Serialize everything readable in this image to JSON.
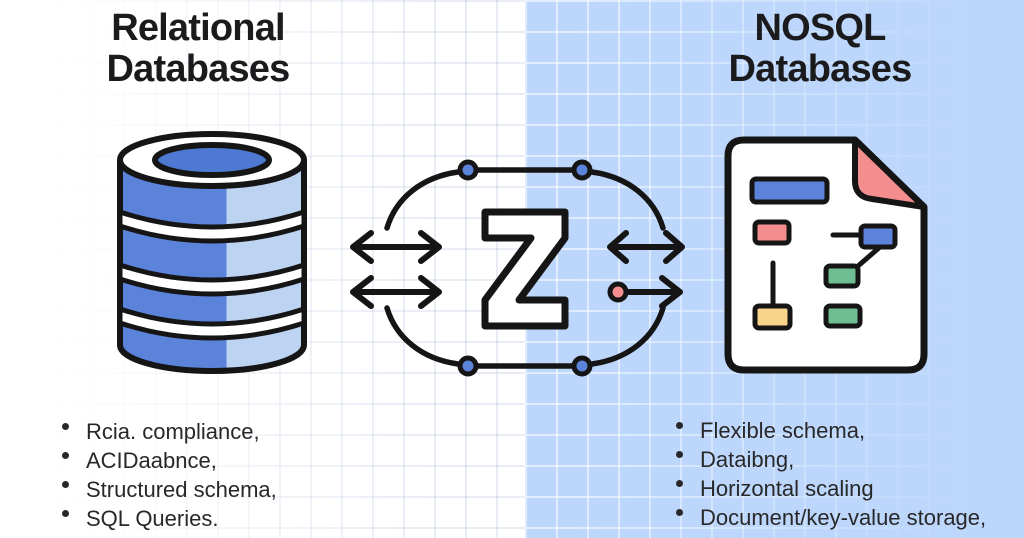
{
  "left_panel": {
    "title_line1": "Relational",
    "title_line2": "Databases",
    "icon": "database-cylinder-icon",
    "bullets": [
      "Rcia. compliance,",
      "ACIDaabnce,",
      "Structured schema,",
      "SQL Queries."
    ]
  },
  "right_panel": {
    "title_line1": "NOSQL",
    "title_line2": "Databases",
    "icon": "document-schema-icon",
    "bullets": [
      "Flexible schema,",
      "Dataibng,",
      "Horizontal scaling",
      "Document/key-value storage,"
    ]
  },
  "center_icon": {
    "name": "sync-exchange-icon",
    "glyph": "Z"
  },
  "colors": {
    "right_panel_bg": "#bcd7fb",
    "medium_blue": "#5b83d9",
    "light_blue": "#bdd3f2",
    "deep_blue": "#4e79d3",
    "pink": "#f48e8e",
    "yellow": "#f7d489",
    "green": "#6fbe92",
    "line_black": "#151515",
    "title_text": "#1b1b1d",
    "body_text": "#28282a"
  }
}
